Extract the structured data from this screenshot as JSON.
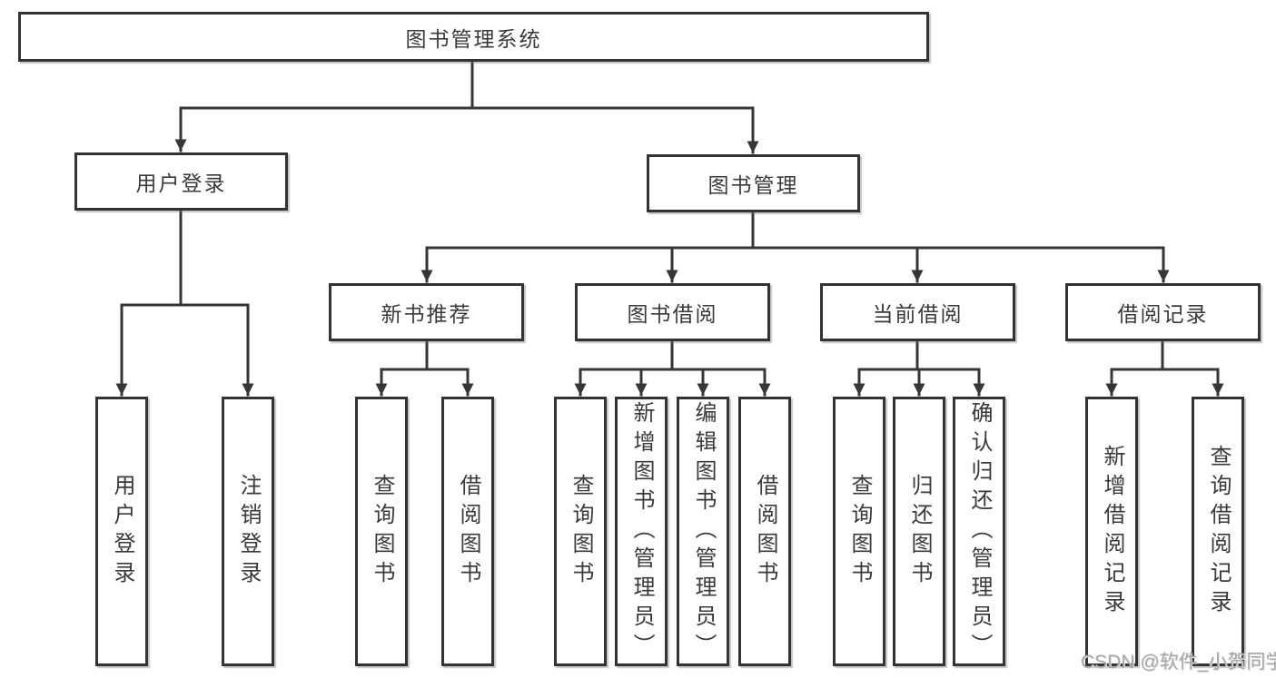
{
  "tree": {
    "root": {
      "label": "图书管理系统"
    },
    "branches": [
      {
        "label": "用户登录",
        "children": [
          {
            "label": "用户登录"
          },
          {
            "label": "注销登录"
          }
        ]
      },
      {
        "label": "图书管理",
        "children": [
          {
            "label": "新书推荐",
            "children": [
              {
                "label": "查询图书"
              },
              {
                "label": "借阅图书"
              }
            ]
          },
          {
            "label": "图书借阅",
            "children": [
              {
                "label": "查询图书"
              },
              {
                "label": "新增图书（管理员）"
              },
              {
                "label": "编辑图书（管理员）"
              },
              {
                "label": "借阅图书"
              }
            ]
          },
          {
            "label": "当前借阅",
            "children": [
              {
                "label": "查询图书"
              },
              {
                "label": "归还图书"
              },
              {
                "label": "确认归还（管理员）"
              }
            ]
          },
          {
            "label": "借阅记录",
            "children": [
              {
                "label": "新增借阅记录"
              },
              {
                "label": "查询借阅记录"
              }
            ]
          }
        ]
      }
    ]
  },
  "watermark": "CSDN @软件_小贺同学",
  "colors": {
    "line": "#363636",
    "box_border": "#333333",
    "text": "#3a3a3a",
    "watermark": "#a6a6a6",
    "background": "#ffffff"
  }
}
